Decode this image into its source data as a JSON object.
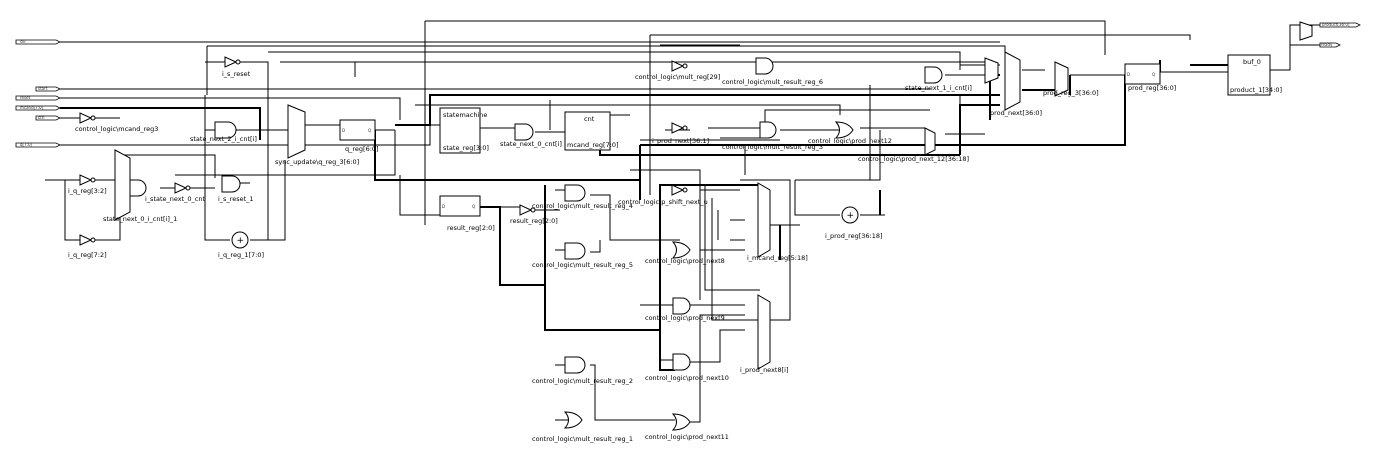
{
  "labels": {
    "inv_mcand_reg3": "control_logic\\mcand_reg3",
    "inv_qreg32": "i_q_reg[3:2]",
    "inv_qreg72": "i_q_reg[7:2]",
    "inv_s_reset": "i_s_reset",
    "state_next_2": "state_next_2_i_cnt[i]",
    "state_next_0_1": "state_next_0_i_cnt[i]_1",
    "state_next_0_cnt": "i_state_next_0_cnt",
    "s_reset_1": "i_s_reset_1",
    "i_q_reg_1": "i_q_reg_1[7:0]",
    "sync_update": "sync_update\\q_reg_3[6:0]",
    "q_reg": "q_reg[6:0]",
    "statemachine_title": "statemachine",
    "state_reg": "state_reg[3:0]",
    "state_next_0_cnt_a": "state_next_0_cnt[i]",
    "cnt_title": "cnt",
    "mcand_reg": "mcand_reg[7:0]",
    "result_reg": "result_reg[2:0]",
    "result_reg_inv": "result_reg[2:0]",
    "cl_mult_reg_4": "control_logic\\mult_result_reg_4",
    "cl_mult_reg_5": "control_logic\\mult_result_reg_5",
    "cl_prod_next8": "control_logic\\prod_next8",
    "cl_prod_next9": "control_logic\\prod_next9",
    "cl_prod_next10": "control_logic\\prod_next10",
    "cl_mult_reg_2": "control_logic\\mult_result_reg_2",
    "cl_mult_reg_1": "control_logic\\mult_result_reg_1",
    "cl_prod_next11": "control_logic\\prod_next11",
    "cl_mult_reg_6": "control_logic\\mult_result_reg_6",
    "cl_mult_reg_3": "control_logic\\mult_result_reg_3",
    "i_mult_reg29": "control_logic\\mult_reg[29]",
    "i_prod_next": "i_prod_next[36:1]",
    "cl_prod_next12": "control_logic\\prod_next12",
    "cl_prod_next_12": "control_logic\\prod_next_12[36:18]",
    "cl_p_shift": "control_logic\\p_shift_next_u",
    "i_mcand_reg": "i_mcand_reg[5:18]",
    "i_prod_reg": "i_prod_reg[36:18]",
    "i_prod_next8": "i_prod_next8[i]",
    "state_next_1": "state_next_1_i_cnt[i]",
    "prod_next": "prod_next[36:0]",
    "prod_reg_3": "prod_reg_3[36:0]",
    "prod_reg": "prod_reg[36:0]",
    "buf0_title": "buf_0",
    "product_1": "product_1[34:0]",
    "in1": "clk",
    "in2": "start",
    "in3": "reset",
    "in4": "mcand[7:0]",
    "in5": "ctrl",
    "in6": "q[7:0]",
    "out1": "product[36:0]",
    "out2": "ready"
  }
}
